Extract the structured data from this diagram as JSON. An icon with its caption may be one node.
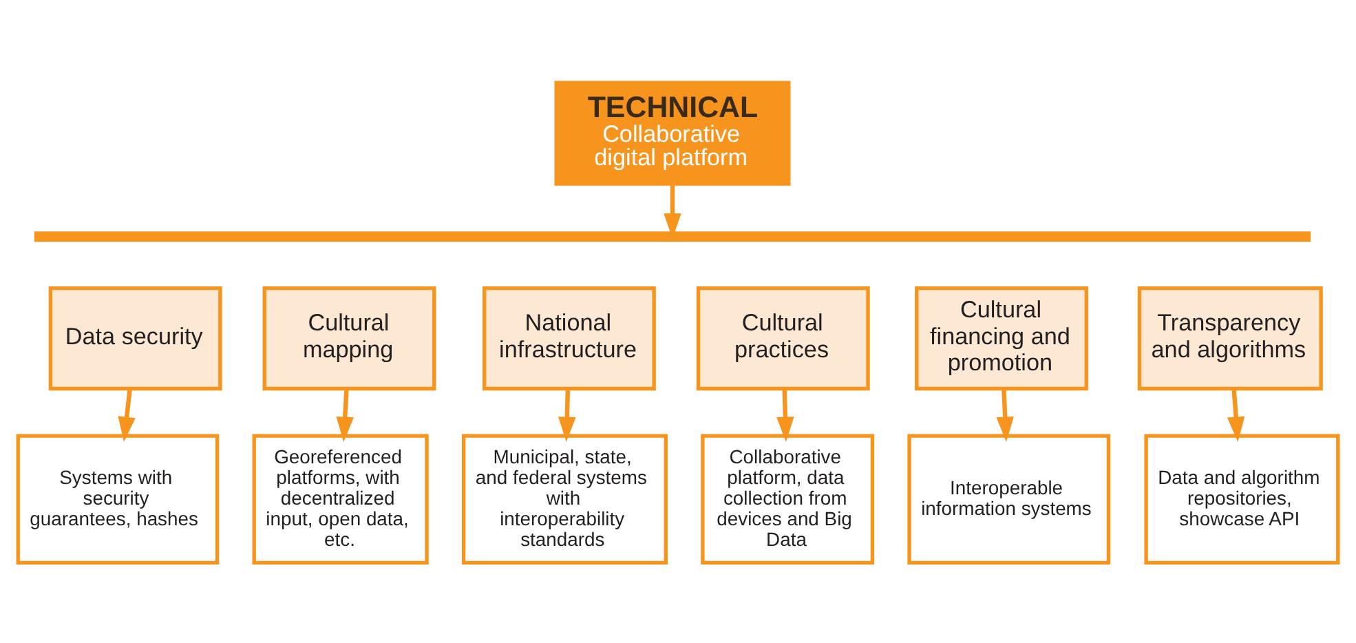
{
  "diagram": {
    "nodes": [
      {
        "text": [
          "TECHNICAL",
          "Collaborative digital platform"
        ]
      },
      {
        "text": [],
        "shape": "bar"
      },
      {
        "text": [
          "Data security"
        ]
      },
      {
        "text": [
          "Cultural mapping"
        ]
      },
      {
        "text": [
          "National infrastructure"
        ]
      },
      {
        "text": [
          "Cultural practices"
        ]
      },
      {
        "text": [
          "Cultural financing and promotion"
        ]
      },
      {
        "text": [
          "Transparency and algorithms"
        ]
      },
      {
        "text": [
          "Systems with security guarantees, hashes"
        ]
      },
      {
        "text": [
          "Georeferenced platforms, with decentralized input, open data, etc."
        ]
      },
      {
        "text": [
          "Municipal, state, and federal systems with interoperability standards"
        ]
      },
      {
        "text": [
          "Collaborative platform, data collection from devices and Big Data"
        ]
      },
      {
        "text": [
          "Interoperable information systems"
        ]
      },
      {
        "text": [
          "Data and algorithm repositories, showcase API"
        ]
      }
    ],
    "edges": [
      {
        "from": 0,
        "to": 1,
        "arrow": "to"
      },
      {
        "from": 2,
        "to": 8,
        "arrow": "to"
      },
      {
        "from": 3,
        "to": 9,
        "arrow": "to"
      },
      {
        "from": 4,
        "to": 10,
        "arrow": "to"
      },
      {
        "from": 5,
        "to": 11,
        "arrow": "to"
      },
      {
        "from": 6,
        "to": 12,
        "arrow": "to"
      },
      {
        "from": 7,
        "to": 13,
        "arrow": "to"
      }
    ]
  }
}
